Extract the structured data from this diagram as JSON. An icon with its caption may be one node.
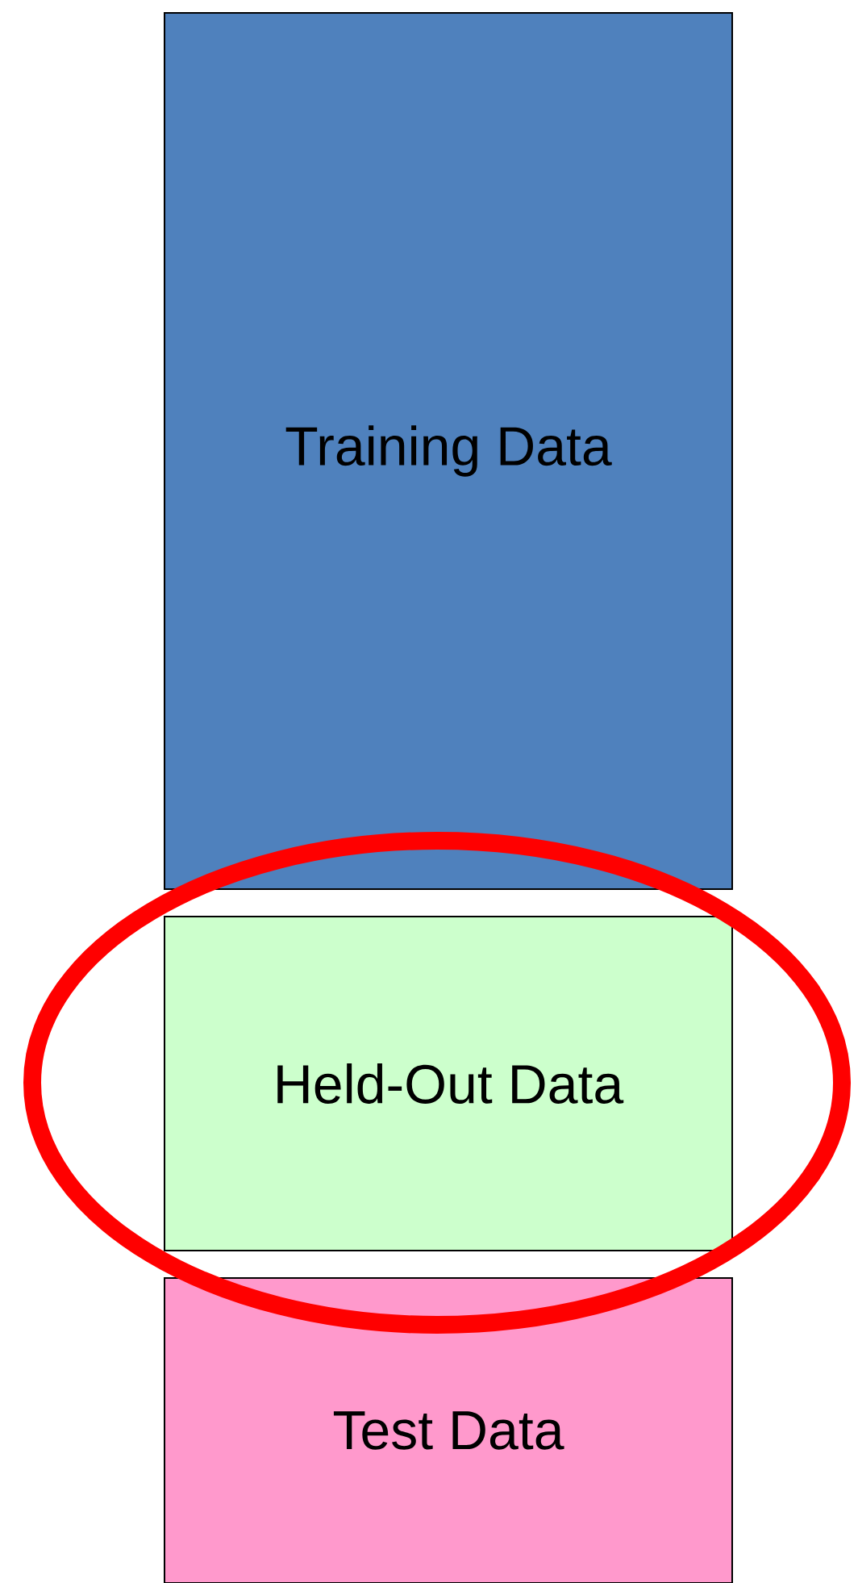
{
  "diagram": {
    "nodes": [
      {
        "text": [
          "Training Data"
        ]
      },
      {
        "text": [
          "Held-Out Data"
        ]
      },
      {
        "text": [
          "Test Data"
        ]
      }
    ]
  }
}
